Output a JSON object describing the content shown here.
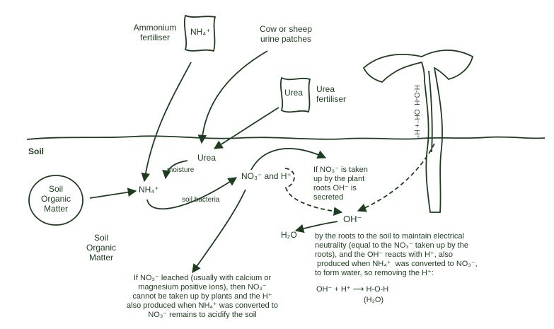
{
  "labels": {
    "ammonium_fertiliser": "Ammonium\nfertiliser",
    "nh4_box": "NH₄⁺",
    "cow_urine": "Cow or sheep\nurine patches",
    "urea_box": "Urea",
    "urea_fertiliser": "Urea\nfertiliser",
    "soil": "Soil",
    "soil_organic_matter_oval": "Soil\nOrganic\nMatter",
    "soil_organic_matter_text": "Soil\nOrganic\nMatter",
    "urea": "Urea",
    "moisture": "moisture",
    "nh4": "NH₄⁺",
    "soil_bacteria": "soil bacteria",
    "no3_and_h": "NO₃⁻ and H⁺",
    "oh": "OH⁻",
    "h2o": "H₂O",
    "plant_root_text": "H-O-H  OH⁻+ H⁺"
  },
  "notes": {
    "uptake": "If NO₃⁻ is taken\nup by the plant\nroots OH⁻ is\nsecreted",
    "roots": "by the roots to the soil to maintain electrical\nneutrality (equal to the NO₃⁻ taken up by the\nroots), and the OH⁻ reacts with H⁺, also\n produced when NH₄⁺  was converted to NO₃⁻,\nto form water, so removing the H⁺:",
    "equation": "OH⁻ + H⁺ ⟶ H-O-H",
    "equation_sub": "(H₂O)",
    "leached": "If NO₃⁻ leached (usually with calcium or\nmagnesium positive ions), then NO₃⁻\ncannot be taken up by plants and the H⁺\nalso produced when NH₄⁺ was converted to\nNO₃⁻ remains to acidify the soil"
  },
  "colors": {
    "ink": "#1e3d1e",
    "background": "#ffffff"
  }
}
